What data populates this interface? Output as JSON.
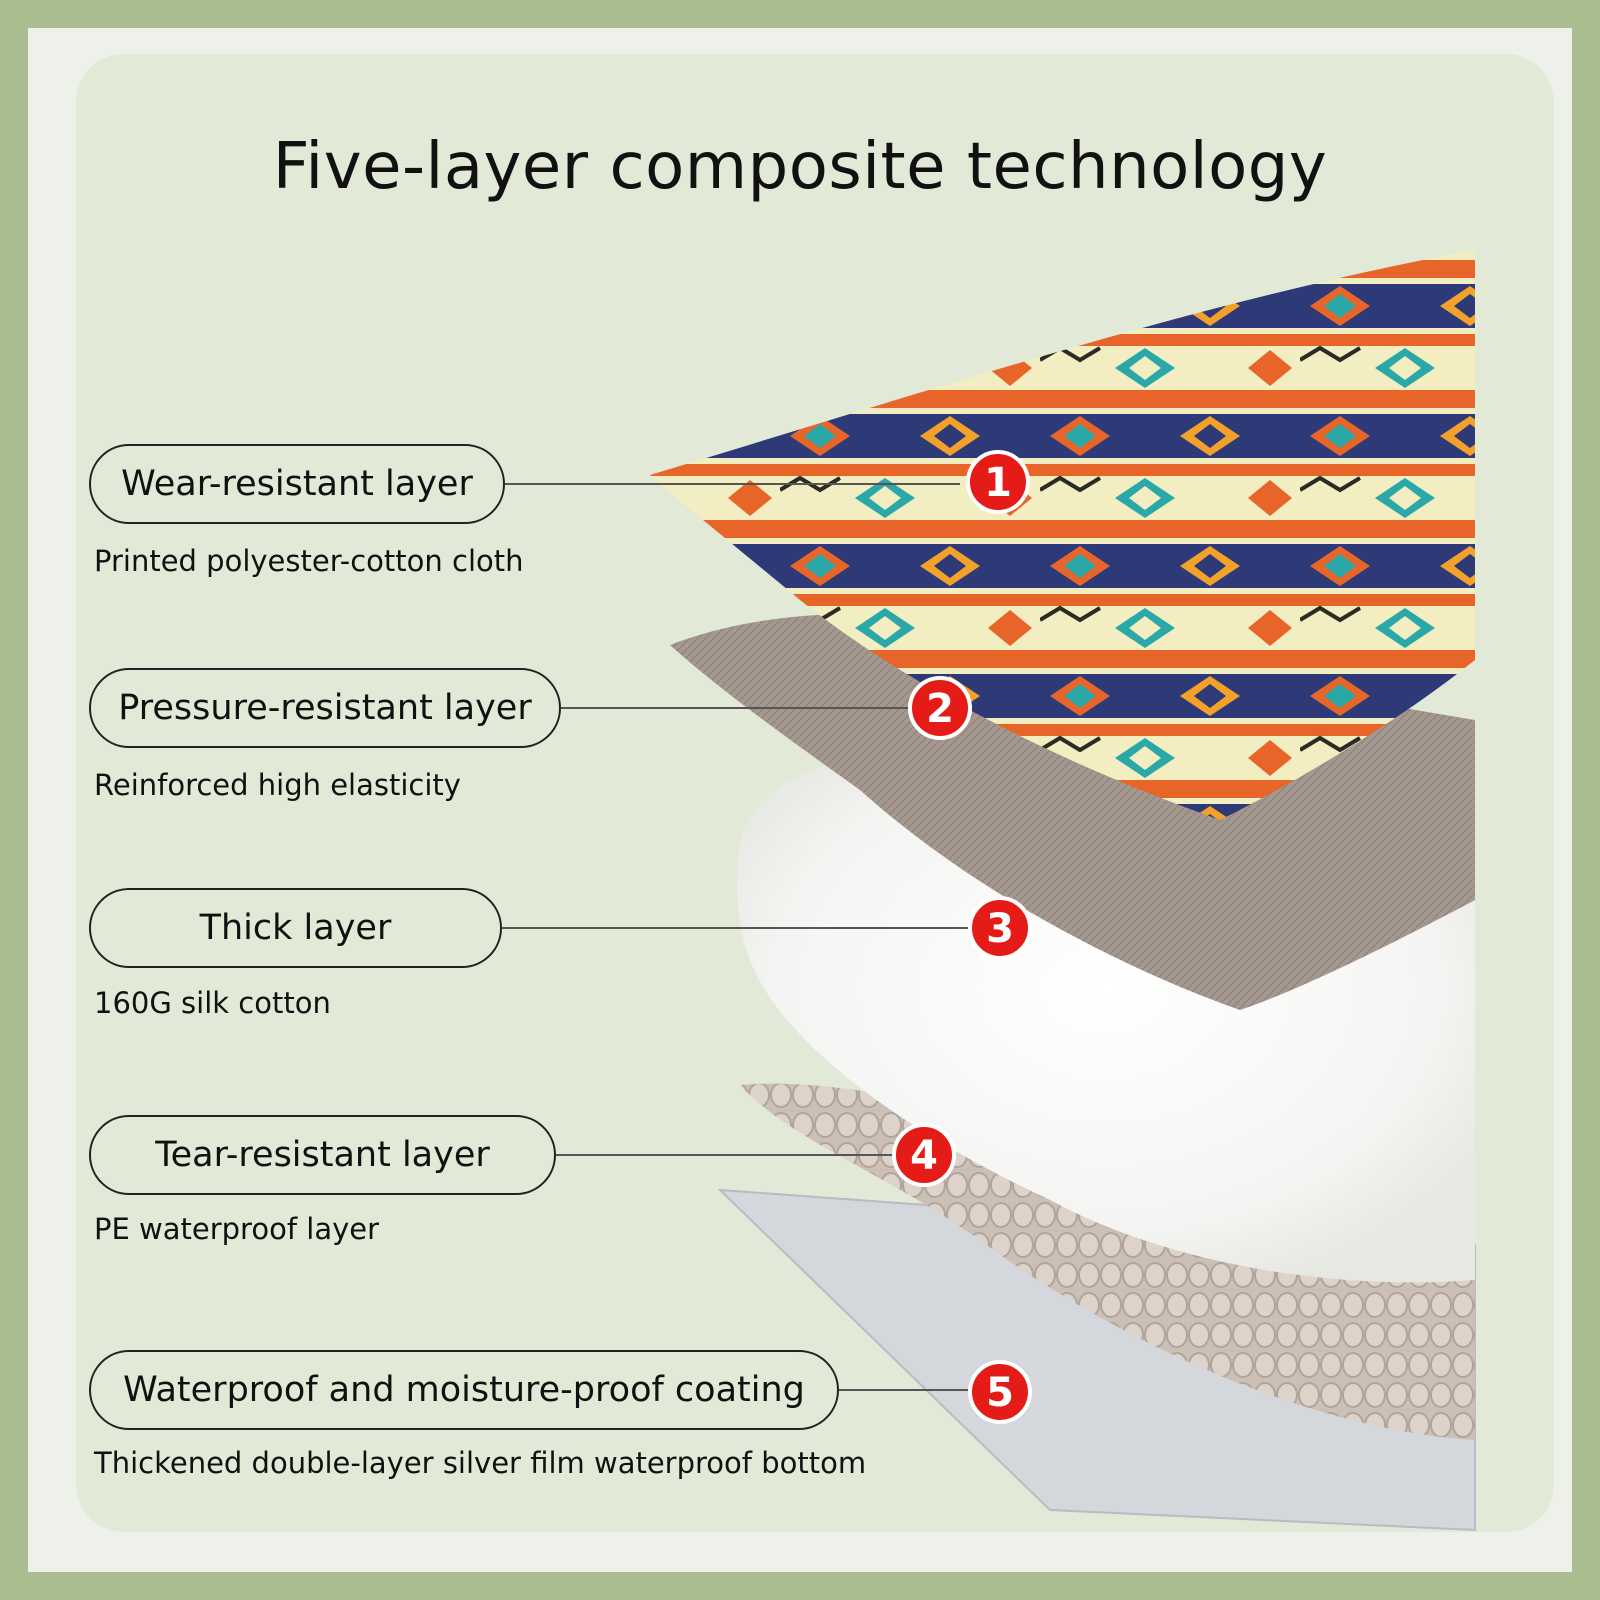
{
  "title": "Five-layer composite technology",
  "layers": [
    {
      "number": "1",
      "label": "Wear-resistant layer",
      "description": "Printed polyester-cotton cloth"
    },
    {
      "number": "2",
      "label": "Pressure-resistant layer",
      "description": "Reinforced high elasticity"
    },
    {
      "number": "3",
      "label": "Thick layer",
      "description": "160G silk cotton"
    },
    {
      "number": "4",
      "label": "Tear-resistant layer",
      "description": "PE waterproof layer"
    },
    {
      "number": "5",
      "label": "Waterproof and moisture-proof coating",
      "description": "Thickened double-layer silver film waterproof bottom"
    }
  ],
  "colors": {
    "frame": "#a9bd8e",
    "panel": "#e2ead7",
    "badge": "#e41b17",
    "fabric_orange": "#e8652a",
    "fabric_teal": "#2aa8a8",
    "fabric_navy": "#2e3a78",
    "fabric_cream": "#f2eec2",
    "pressure_layer": "#a0948c",
    "foam_layer": "#c9bdb4",
    "film_layer": "#d4d7dc"
  }
}
